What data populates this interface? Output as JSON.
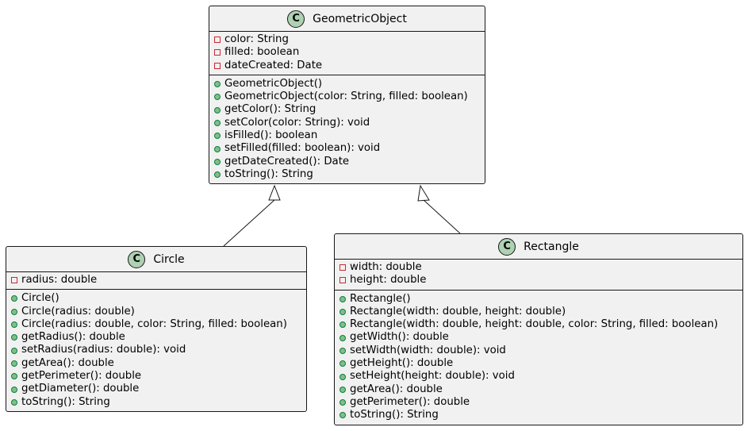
{
  "classes": {
    "geometric_object": {
      "badge": "C",
      "name": "GeometricObject",
      "fields": [
        {
          "vis": "private",
          "text": "color: String"
        },
        {
          "vis": "private",
          "text": "filled: boolean"
        },
        {
          "vis": "private",
          "text": "dateCreated: Date"
        }
      ],
      "methods": [
        {
          "vis": "public",
          "text": "GeometricObject()"
        },
        {
          "vis": "public",
          "text": "GeometricObject(color: String, filled: boolean)"
        },
        {
          "vis": "public",
          "text": "getColor(): String"
        },
        {
          "vis": "public",
          "text": "setColor(color: String): void"
        },
        {
          "vis": "public",
          "text": "isFilled(): boolean"
        },
        {
          "vis": "public",
          "text": "setFilled(filled: boolean): void"
        },
        {
          "vis": "public",
          "text": "getDateCreated(): Date"
        },
        {
          "vis": "public",
          "text": "toString(): String"
        }
      ]
    },
    "circle": {
      "badge": "C",
      "name": "Circle",
      "fields": [
        {
          "vis": "private",
          "text": "radius: double"
        }
      ],
      "methods": [
        {
          "vis": "public",
          "text": "Circle()"
        },
        {
          "vis": "public",
          "text": "Circle(radius: double)"
        },
        {
          "vis": "public",
          "text": "Circle(radius: double, color: String, filled: boolean)"
        },
        {
          "vis": "public",
          "text": "getRadius(): double"
        },
        {
          "vis": "public",
          "text": "setRadius(radius: double): void"
        },
        {
          "vis": "public",
          "text": "getArea(): double"
        },
        {
          "vis": "public",
          "text": "getPerimeter(): double"
        },
        {
          "vis": "public",
          "text": "getDiameter(): double"
        },
        {
          "vis": "public",
          "text": "toString(): String"
        }
      ]
    },
    "rectangle": {
      "badge": "C",
      "name": "Rectangle",
      "fields": [
        {
          "vis": "private",
          "text": "width: double"
        },
        {
          "vis": "private",
          "text": "height: double"
        }
      ],
      "methods": [
        {
          "vis": "public",
          "text": "Rectangle()"
        },
        {
          "vis": "public",
          "text": "Rectangle(width: double, height: double)"
        },
        {
          "vis": "public",
          "text": "Rectangle(width: double, height: double, color: String, filled: boolean)"
        },
        {
          "vis": "public",
          "text": "getWidth(): double"
        },
        {
          "vis": "public",
          "text": "setWidth(width: double): void"
        },
        {
          "vis": "public",
          "text": "getHeight(): double"
        },
        {
          "vis": "public",
          "text": "setHeight(height: double): void"
        },
        {
          "vis": "public",
          "text": "getArea(): double"
        },
        {
          "vis": "public",
          "text": "getPerimeter(): double"
        },
        {
          "vis": "public",
          "text": "toString(): String"
        }
      ]
    }
  },
  "relations": [
    {
      "type": "inheritance",
      "from": "Circle",
      "to": "GeometricObject"
    },
    {
      "type": "inheritance",
      "from": "Rectangle",
      "to": "GeometricObject"
    }
  ],
  "colors": {
    "box_fill": "#f1f1f1",
    "border": "#181818",
    "badge_fill": "#add1b2",
    "private_marker": "#c82930",
    "public_marker_fill": "#84be84",
    "public_marker_border": "#038048"
  }
}
